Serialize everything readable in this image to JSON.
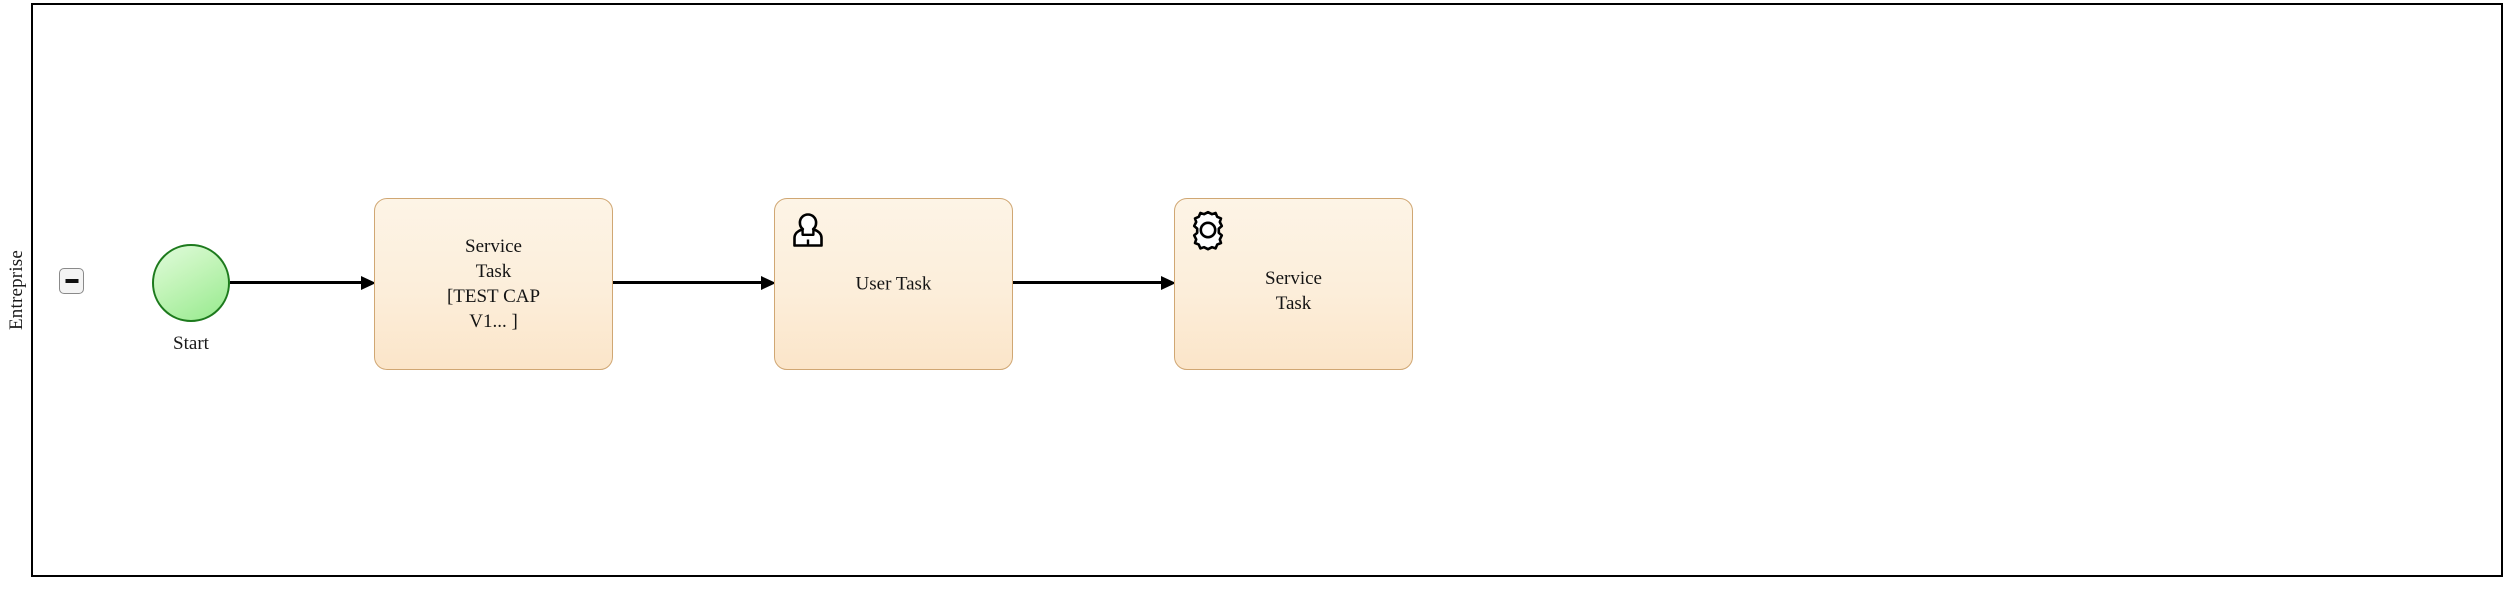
{
  "diagram": {
    "type": "bpmn-process-diagram",
    "pool": {
      "lane_label": "Entreprise",
      "collapse_button": {
        "icon": "minus-icon",
        "state": "expanded"
      }
    },
    "nodes": [
      {
        "id": "start-event",
        "kind": "start-event",
        "label": "Start",
        "icon": null,
        "fill": "#c6f5bc",
        "stroke": "#1d7a1d"
      },
      {
        "id": "task-1",
        "kind": "service-task",
        "label": "Service\nTask\n[TEST CAP\nV1... ]",
        "icon": null,
        "fill": "#fceeda",
        "stroke": "#d0a773"
      },
      {
        "id": "task-2",
        "kind": "user-task",
        "label": "User Task",
        "icon": "user-icon",
        "fill": "#fceeda",
        "stroke": "#d0a773"
      },
      {
        "id": "task-3",
        "kind": "service-task",
        "label": "Service\nTask",
        "icon": "gear-icon",
        "fill": "#fceeda",
        "stroke": "#d0a773"
      }
    ],
    "flows": [
      {
        "id": "flow-1",
        "from": "start-event",
        "to": "task-1",
        "arrow": "filled-triangle"
      },
      {
        "id": "flow-2",
        "from": "task-1",
        "to": "task-2",
        "arrow": "filled-triangle"
      },
      {
        "id": "flow-3",
        "from": "task-2",
        "to": "task-3",
        "arrow": "filled-triangle"
      }
    ],
    "colors": {
      "pool_border": "#000000",
      "task_fill": "#fceeda",
      "task_border": "#d0a773",
      "start_fill": "#c6f5bc",
      "start_border": "#1d7a1d",
      "flow": "#000000",
      "canvas": "#ffffff"
    }
  }
}
